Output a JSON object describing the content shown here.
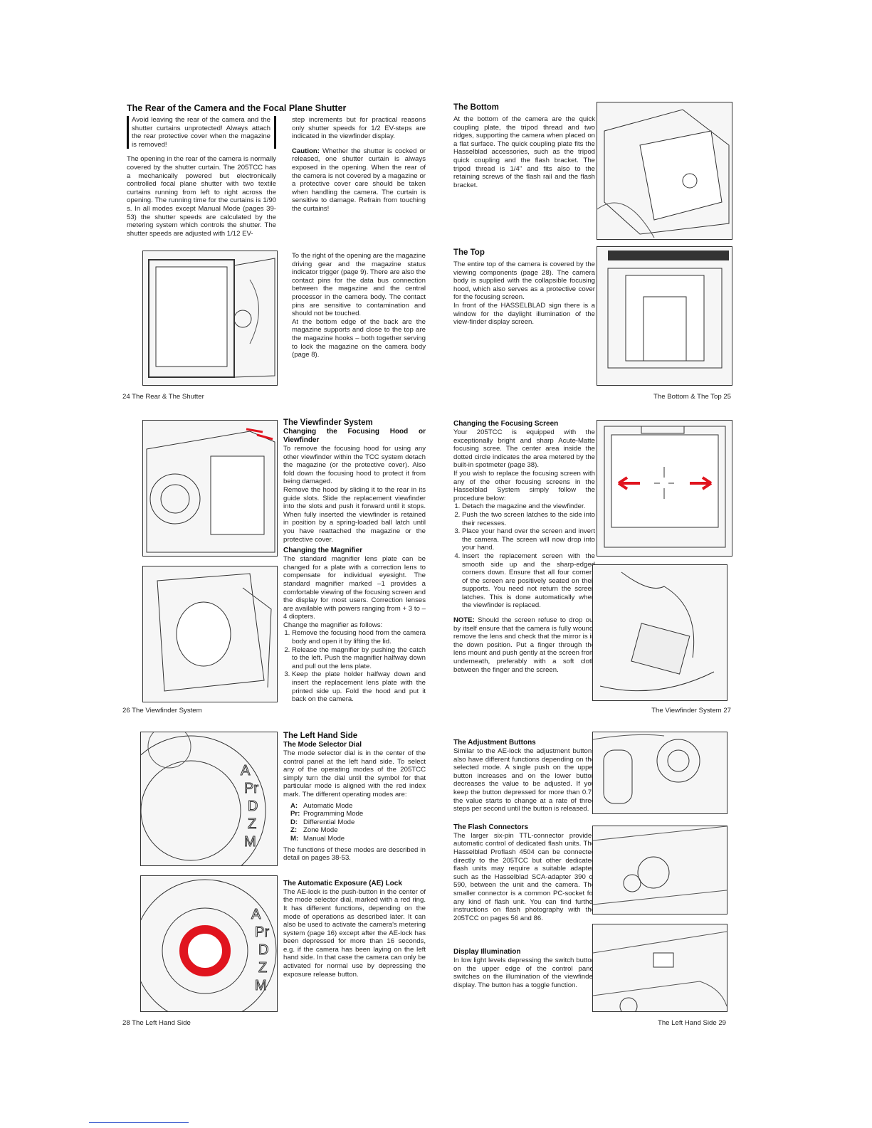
{
  "spread1": {
    "title": "The Rear of the Camera and the Focal Plane Shutter",
    "warning": "Avoid leaving the rear of the camera and the shutter curtains unprotected! Always attach the rear protective cover when the magazine is removed!",
    "p1": "The opening in the rear of the camera is normally covered by the shutter curtain. The 205TCC has a mechanically powered but electronically controlled focal plane shutter with two textile curtains running from left to right across the opening. The running time for the curtains is 1/90 s. In all modes except Manual Mode (pages 39-53) the shutter speeds are calculated by the metering system which controls the shutter. The shutter speeds are adjusted with 1/12 EV-",
    "p2": "step increments but for practical reasons only shutter speeds for 1/2 EV-steps are indicated in the viewfinder display.",
    "caution_label": "Caution:",
    "caution_text": " Whether the shutter is cocked or released, one shutter curtain is always exposed in the opening. When the rear of the camera is not covered by a magazine or a protective cover care should be taken when handling the camera. The curtain is sensitive to damage. Refrain from touching the curtains!",
    "p3": "To the right of the opening are the magazine driving gear and the magazine status indicator trigger (page 9). There are also the contact pins for the data bus connection between the magazine and the central processor in the camera body. The contact pins are sensitive to contamination and should not be touched.",
    "p4": "At the bottom edge of the back are the magazine supports and close to the top are the magazine hooks – both together serving to lock the magazine on the camera body (page 8).",
    "bottom_title": "The Bottom",
    "bottom_text": "At the bottom of the camera are the quick coupling plate, the tripod thread and two ridges, supporting the camera when placed on a flat surface. The quick coupling plate fits the Hasselblad accessories, such as the tripod quick coupling and the flash bracket. The tripod thread is 1/4\" and fits also to the retaining screws of the flash rail and the flash bracket.",
    "top_title": "The Top",
    "top_text1": "The entire top of the camera is covered by the viewing components (page 28). The camera body is supplied with the collapsible focusing hood, which also serves as a protective cover for the focusing screen.",
    "top_text2": "In front of the HASSELBLAD sign there is a window for the daylight illumination of the view-finder display screen.",
    "footer_left": "24 The Rear & The Shutter",
    "footer_right": "The Bottom & The Top 25"
  },
  "spread2": {
    "title": "The Viewfinder System",
    "sub1": "Changing the Focusing Hood or Viewfinder",
    "p1": "To remove the focusing hood for using any other viewfinder within the TCC system detach the magazine (or the protective cover). Also fold down the focusing hood to protect it from being damaged.",
    "p2": "Remove the hood by sliding it to the rear in its guide slots. Slide the replacement viewfinder into the slots and push it forward until it stops. When fully inserted the viewfinder is retained in position by a spring-loaded ball latch until you have reattached the magazine or the protective cover.",
    "sub2": "Changing the Magnifier",
    "p3": "The standard magnifier lens plate can be changed for a plate with a correction lens to compensate for individual eyesight. The standard magnifier marked –1 provides a comfortable viewing of the focusing screen and the display for most users. Correction lenses are available with powers ranging from + 3 to – 4 diopters.",
    "p4": "Change the magnifier as follows:",
    "steps_magnifier": [
      "Remove the focusing hood from the camera body and open it by lifting the lid.",
      "Release the magnifier by pushing the catch to the left. Push the magnifier halfway down and pull out the lens plate.",
      "Keep the plate holder halfway down and insert the replacement lens plate with the printed side up. Fold the hood and put it back on the camera."
    ],
    "sub3": "Changing the Focusing Screen",
    "p5": "Your 205TCC is equipped with the exceptionally bright and sharp Acute-Matte focusing scree. The center area inside the dotted circle indicates the area metered by the built-in spotmeter (page 38).",
    "p6": "If you wish to replace the focusing screen with any of the other focusing screens in the Hasselblad System simply follow the procedure below:",
    "steps_screen": [
      "Detach the magazine and the viewfinder.",
      "Push the two screen latches to the side into their recesses.",
      "Place your hand over the screen and invert the camera. The screen will now drop into your hand.",
      "Insert the replacement screen with the smooth side up and the sharp-edged corners down. Ensure that all four corners of the screen are positively seated on their supports. You need not return the screen latches. This is done automatically when the viewfinder is replaced."
    ],
    "note_label": "NOTE:",
    "note_text": " Should the screen refuse to drop out by itself ensure that the camera is fully wound, remove the lens and check that the mirror is in the down position. Put a finger through the lens mount and push gently at the screen from underneath, preferably with a soft cloth between the finger and the screen.",
    "footer_left": "26 The Viewfinder System",
    "footer_right": "The Viewfinder System 27"
  },
  "spread3": {
    "title": "The Left Hand Side",
    "sub1": "The Mode Selector Dial",
    "p1": "The mode selector dial is in the center of the control panel at the left hand side. To select any of the operating modes of the 205TCC simply turn the dial until the symbol for that particular mode is aligned with the red index mark. The different operating modes are:",
    "modes": [
      {
        "key": "A:",
        "label": "Automatic Mode"
      },
      {
        "key": "Pr:",
        "label": "Programming Mode"
      },
      {
        "key": "D:",
        "label": "Differential Mode"
      },
      {
        "key": "Z:",
        "label": "Zone Mode"
      },
      {
        "key": "M:",
        "label": "Manual Mode"
      }
    ],
    "p2": "The functions of these modes are described in detail on pages 38-53.",
    "sub2": "The Automatic Exposure (AE) Lock",
    "p3": "The AE-lock is the push-button in the center of the mode selector dial, marked with a red ring. It has different functions, depending on the mode of operations as described later. It can also be used to activate the camera's metering system (page 16) except after the AE-lock has been depressed for more than 16 seconds, e.g. if the camera has been laying on the left hand side. In that case the camera can only be activated for normal use by depressing the exposure release button.",
    "sub3": "The Adjustment Buttons",
    "p4": "Similar to the AE-lock the adjustment buttons also have different functions depending on the selected mode. A single push on the upper button increases and on the lower button decreases the value to be adjusted. If you keep the button depressed for more than 0.7s the value starts to change at a rate of three steps per second until the button is released.",
    "sub4": "The Flash Connectors",
    "p5": "The larger six-pin TTL-connector provides automatic control of dedicated flash units. The Hasselblad Proflash 4504 can be connected directly to the 205TCC but other dedicated flash units may require a suitable adapter, such as the Hasselblad SCA-adapter 390 or 590, between the unit and the camera. The smaller connector is a common PC-socket for any kind of flash unit. You can find further instructions on flash photography with the 205TCC on pages 56 and 86.",
    "sub5": "Display Illumination",
    "p6": "In low light levels depressing the switch button on the upper edge of the control panel switches on the illumination of the viewfinder display. The button has a toggle function.",
    "dial_letters": [
      "A",
      "Pr",
      "D",
      "Z",
      "M"
    ],
    "footer_left": "28 The Left Hand Side",
    "footer_right": "The Left Hand Side 29"
  },
  "colors": {
    "accent_red": "#e0141e",
    "link_blue": "#3355cc"
  }
}
